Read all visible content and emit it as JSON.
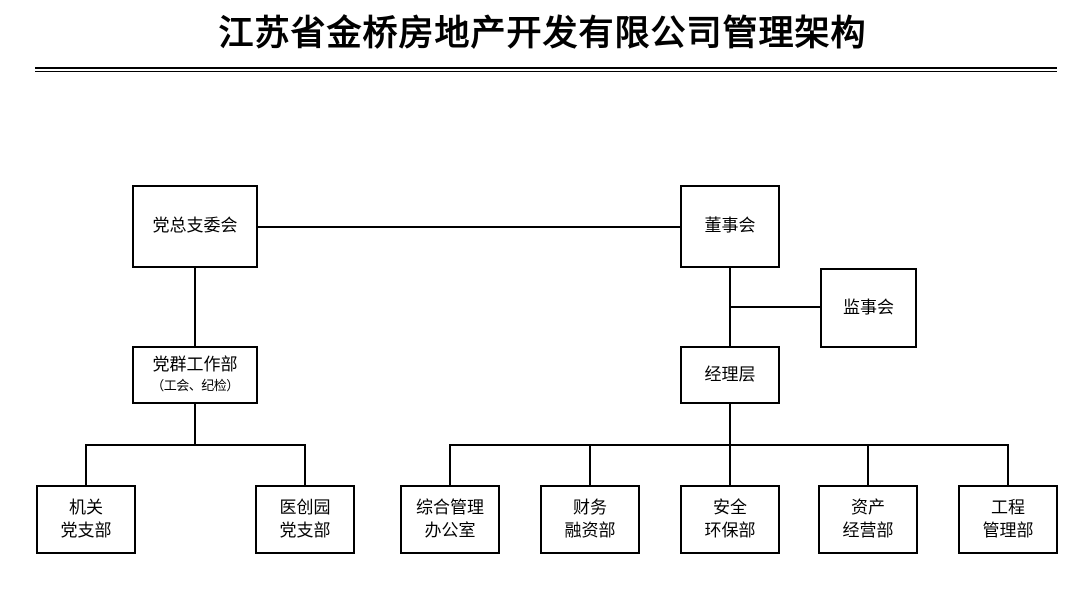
{
  "title": "江苏省金桥房地产开发有限公司管理架构",
  "nodes": {
    "party_committee": {
      "line1": "党总支委会"
    },
    "board": {
      "line1": "董事会"
    },
    "supervisors": {
      "line1": "监事会"
    },
    "party_work_dept": {
      "line1": "党群工作部",
      "line2": "（工会、纪检）"
    },
    "management": {
      "line1": "经理层"
    },
    "branch_jiguan": {
      "line1": "机关",
      "line2": "党支部"
    },
    "branch_yichuangyuan": {
      "line1": "医创园",
      "line2": "党支部"
    },
    "dept_admin": {
      "line1": "综合管理",
      "line2": "办公室"
    },
    "dept_finance": {
      "line1": "财务",
      "line2": "融资部"
    },
    "dept_safety": {
      "line1": "安全",
      "line2": "环保部"
    },
    "dept_assets": {
      "line1": "资产",
      "line2": "经营部"
    },
    "dept_engineering": {
      "line1": "工程",
      "line2": "管理部"
    }
  },
  "style": {
    "line_color": "#000000",
    "box_border_color": "#000000",
    "background": "#ffffff",
    "text_color": "#000000"
  }
}
